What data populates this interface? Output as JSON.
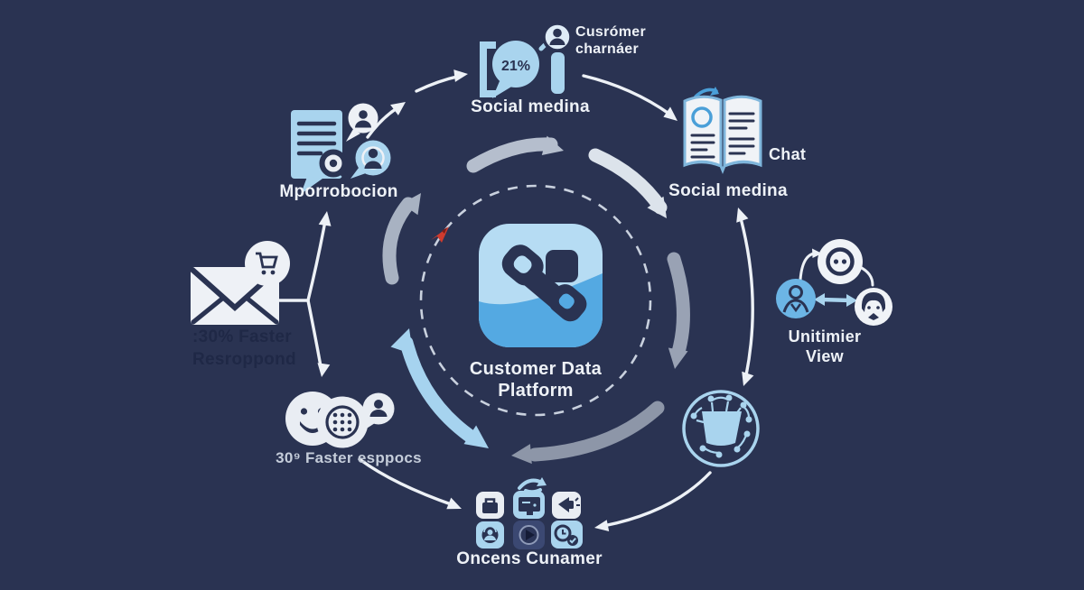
{
  "colors": {
    "background": "#2a3352",
    "icon_blue": "#a9d4ee",
    "icon_white": "#eef1f6",
    "dark_navy": "#2a3352",
    "center_square_top": "#b6dcf3",
    "center_square_bottom": "#54a9e2",
    "arrow_white": "#edf1f6",
    "arrow_gray": "#a8b2c2",
    "arrow_gray_dark": "#8d96a8",
    "arrow_gray_light": "#dce3eb",
    "arrow_blue": "#a6d3ef",
    "person_circle_blue": "#6cb5e5",
    "text_white": "#eef2f7",
    "text_dark": "#1f2846",
    "text_muted": "#c5cdda",
    "red_marker": "#cf3b2e"
  },
  "center": {
    "title_line1": "Customer Data",
    "title_line2": "Platform"
  },
  "nodes": {
    "top_left": {
      "label": "Mporrobocion"
    },
    "top_center": {
      "badge": "21%",
      "heading_line1": "Cusrómer",
      "heading_line2": "charnáer",
      "label": "Social medina"
    },
    "top_right": {
      "side_label": "Chat",
      "label": "Social medina"
    },
    "right": {
      "label_line1": "Unitimier",
      "label_line2": "View"
    },
    "bottom_right": {},
    "bottom_center": {
      "label": "Oncens Cunamer"
    },
    "bottom_left": {
      "label": "30⁹ Faster esppocs"
    },
    "left": {
      "label_line1": ":30% Faster",
      "label_line2": "Resroppond"
    }
  }
}
